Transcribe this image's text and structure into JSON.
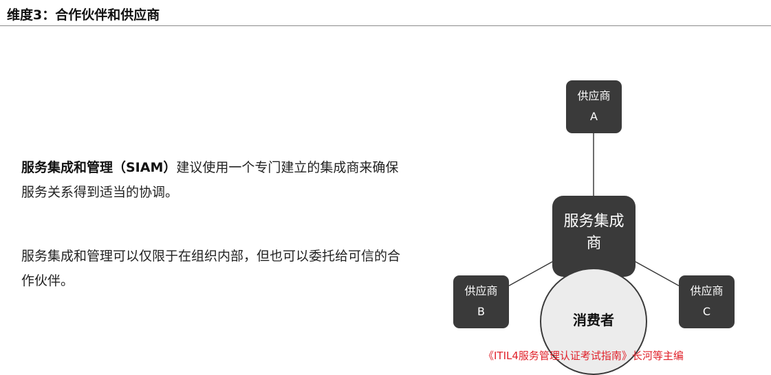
{
  "header": {
    "title": "维度3：合作伙伴和供应商"
  },
  "content": {
    "paragraph1_bold": "服务集成和管理（SIAM）",
    "paragraph1_rest": "建议使用一个专门建立的集成商来确保服务关系得到适当的协调。",
    "paragraph2": "服务集成和管理可以仅限于在组织内部，但也可以委托给可信的合作伙伴。"
  },
  "diagram": {
    "center": "服务集成商",
    "consumer": "消费者",
    "supplier_a": {
      "label": "供应商",
      "code": "A"
    },
    "supplier_b": {
      "label": "供应商",
      "code": "B"
    },
    "supplier_c": {
      "label": "供应商",
      "code": "C"
    },
    "source_note": "《ITIL4服务管理认证考试指南》长河等主编",
    "colors": {
      "node": "#3a3a3a",
      "consumer_fill": "#ececec",
      "note": "#e0212a"
    }
  }
}
